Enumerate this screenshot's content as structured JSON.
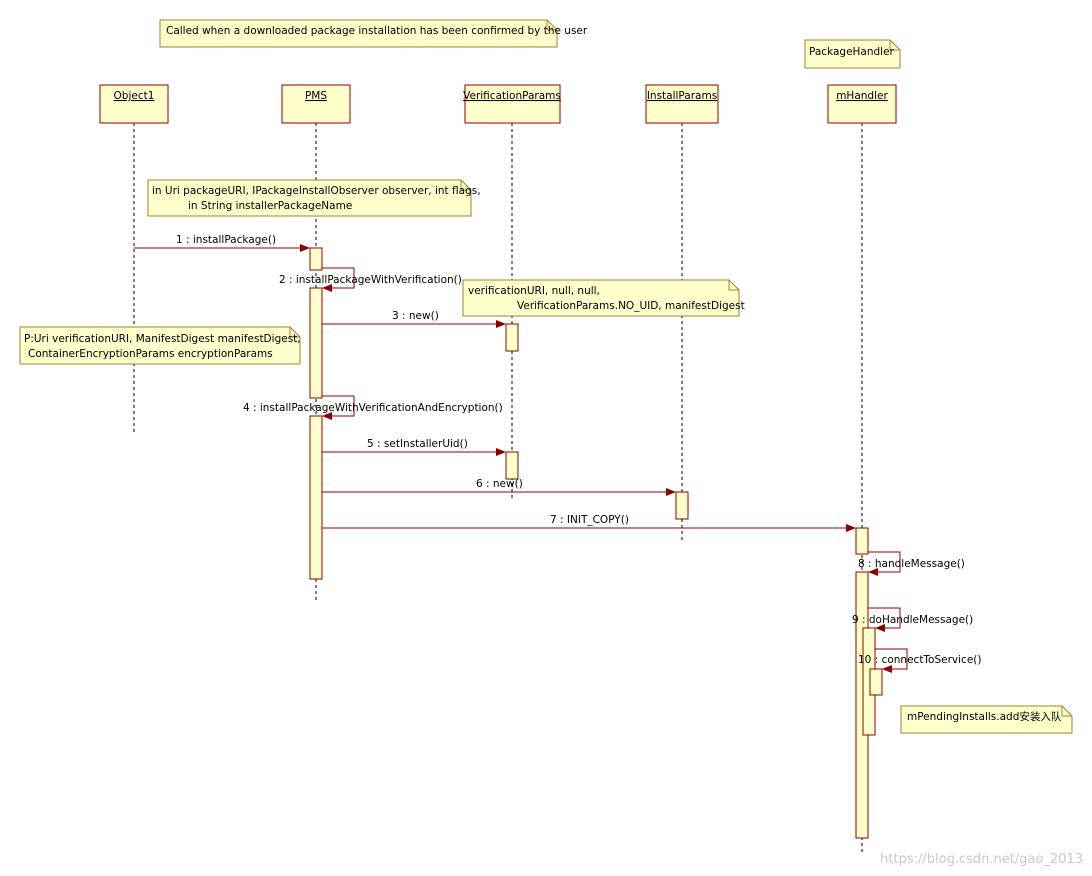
{
  "header_note": "Called when a downloaded package installation has been confirmed by the user",
  "package_handler_note": "PackageHandler",
  "participants": [
    "Object1",
    "PMS",
    "VerificationParams",
    "InstallParams",
    "mHandler"
  ],
  "notes": {
    "install_args": [
      "in Uri packageURI, IPackageInstallObserver observer, int flags,",
      "in String installerPackageName"
    ],
    "verification_args": [
      "verificationURI, null, null,",
      "VerificationParams.NO_UID, manifestDigest"
    ],
    "p_args": [
      "P:Uri verificationURI, ManifestDigest manifestDigest,",
      "ContainerEncryptionParams encryptionParams"
    ],
    "pending_installs": "mPendingInstalls.add安装入队"
  },
  "messages": [
    "1 : installPackage()",
    "2 : installPackageWithVerification()",
    "3 : new()",
    "4 : installPackageWithVerificationAndEncryption()",
    "5 : setInstallerUid()",
    "6 : new()",
    "7 : INIT_COPY()",
    "8 : handleMessage()",
    "9 : doHandleMessage()",
    "10 : connectToService()"
  ],
  "watermark": "https://blog.csdn.net/gao_2013"
}
